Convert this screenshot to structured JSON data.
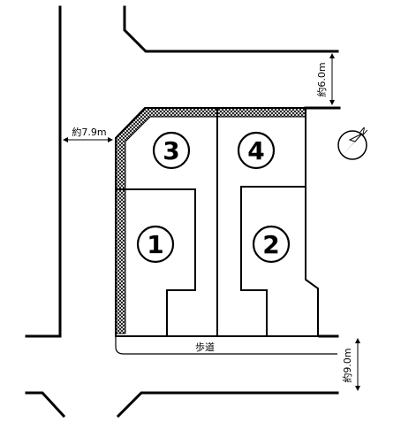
{
  "map": {
    "lots": [
      {
        "id": "lot-1",
        "label": "1"
      },
      {
        "id": "lot-2",
        "label": "2"
      },
      {
        "id": "lot-3",
        "label": "3"
      },
      {
        "id": "lot-4",
        "label": "4"
      }
    ],
    "dimensions": {
      "north_road_width": "約6.0m",
      "west_road_width": "約7.9m",
      "south_road_width": "約9.0m"
    },
    "sidewalk_label": "歩道",
    "north_indicator": "N",
    "colors": {
      "line": "#000000",
      "background": "#ffffff",
      "hatch": "#000000"
    },
    "icons": {
      "north": "north-arrow-icon",
      "hatch": "hatched-boundary-strip"
    }
  }
}
